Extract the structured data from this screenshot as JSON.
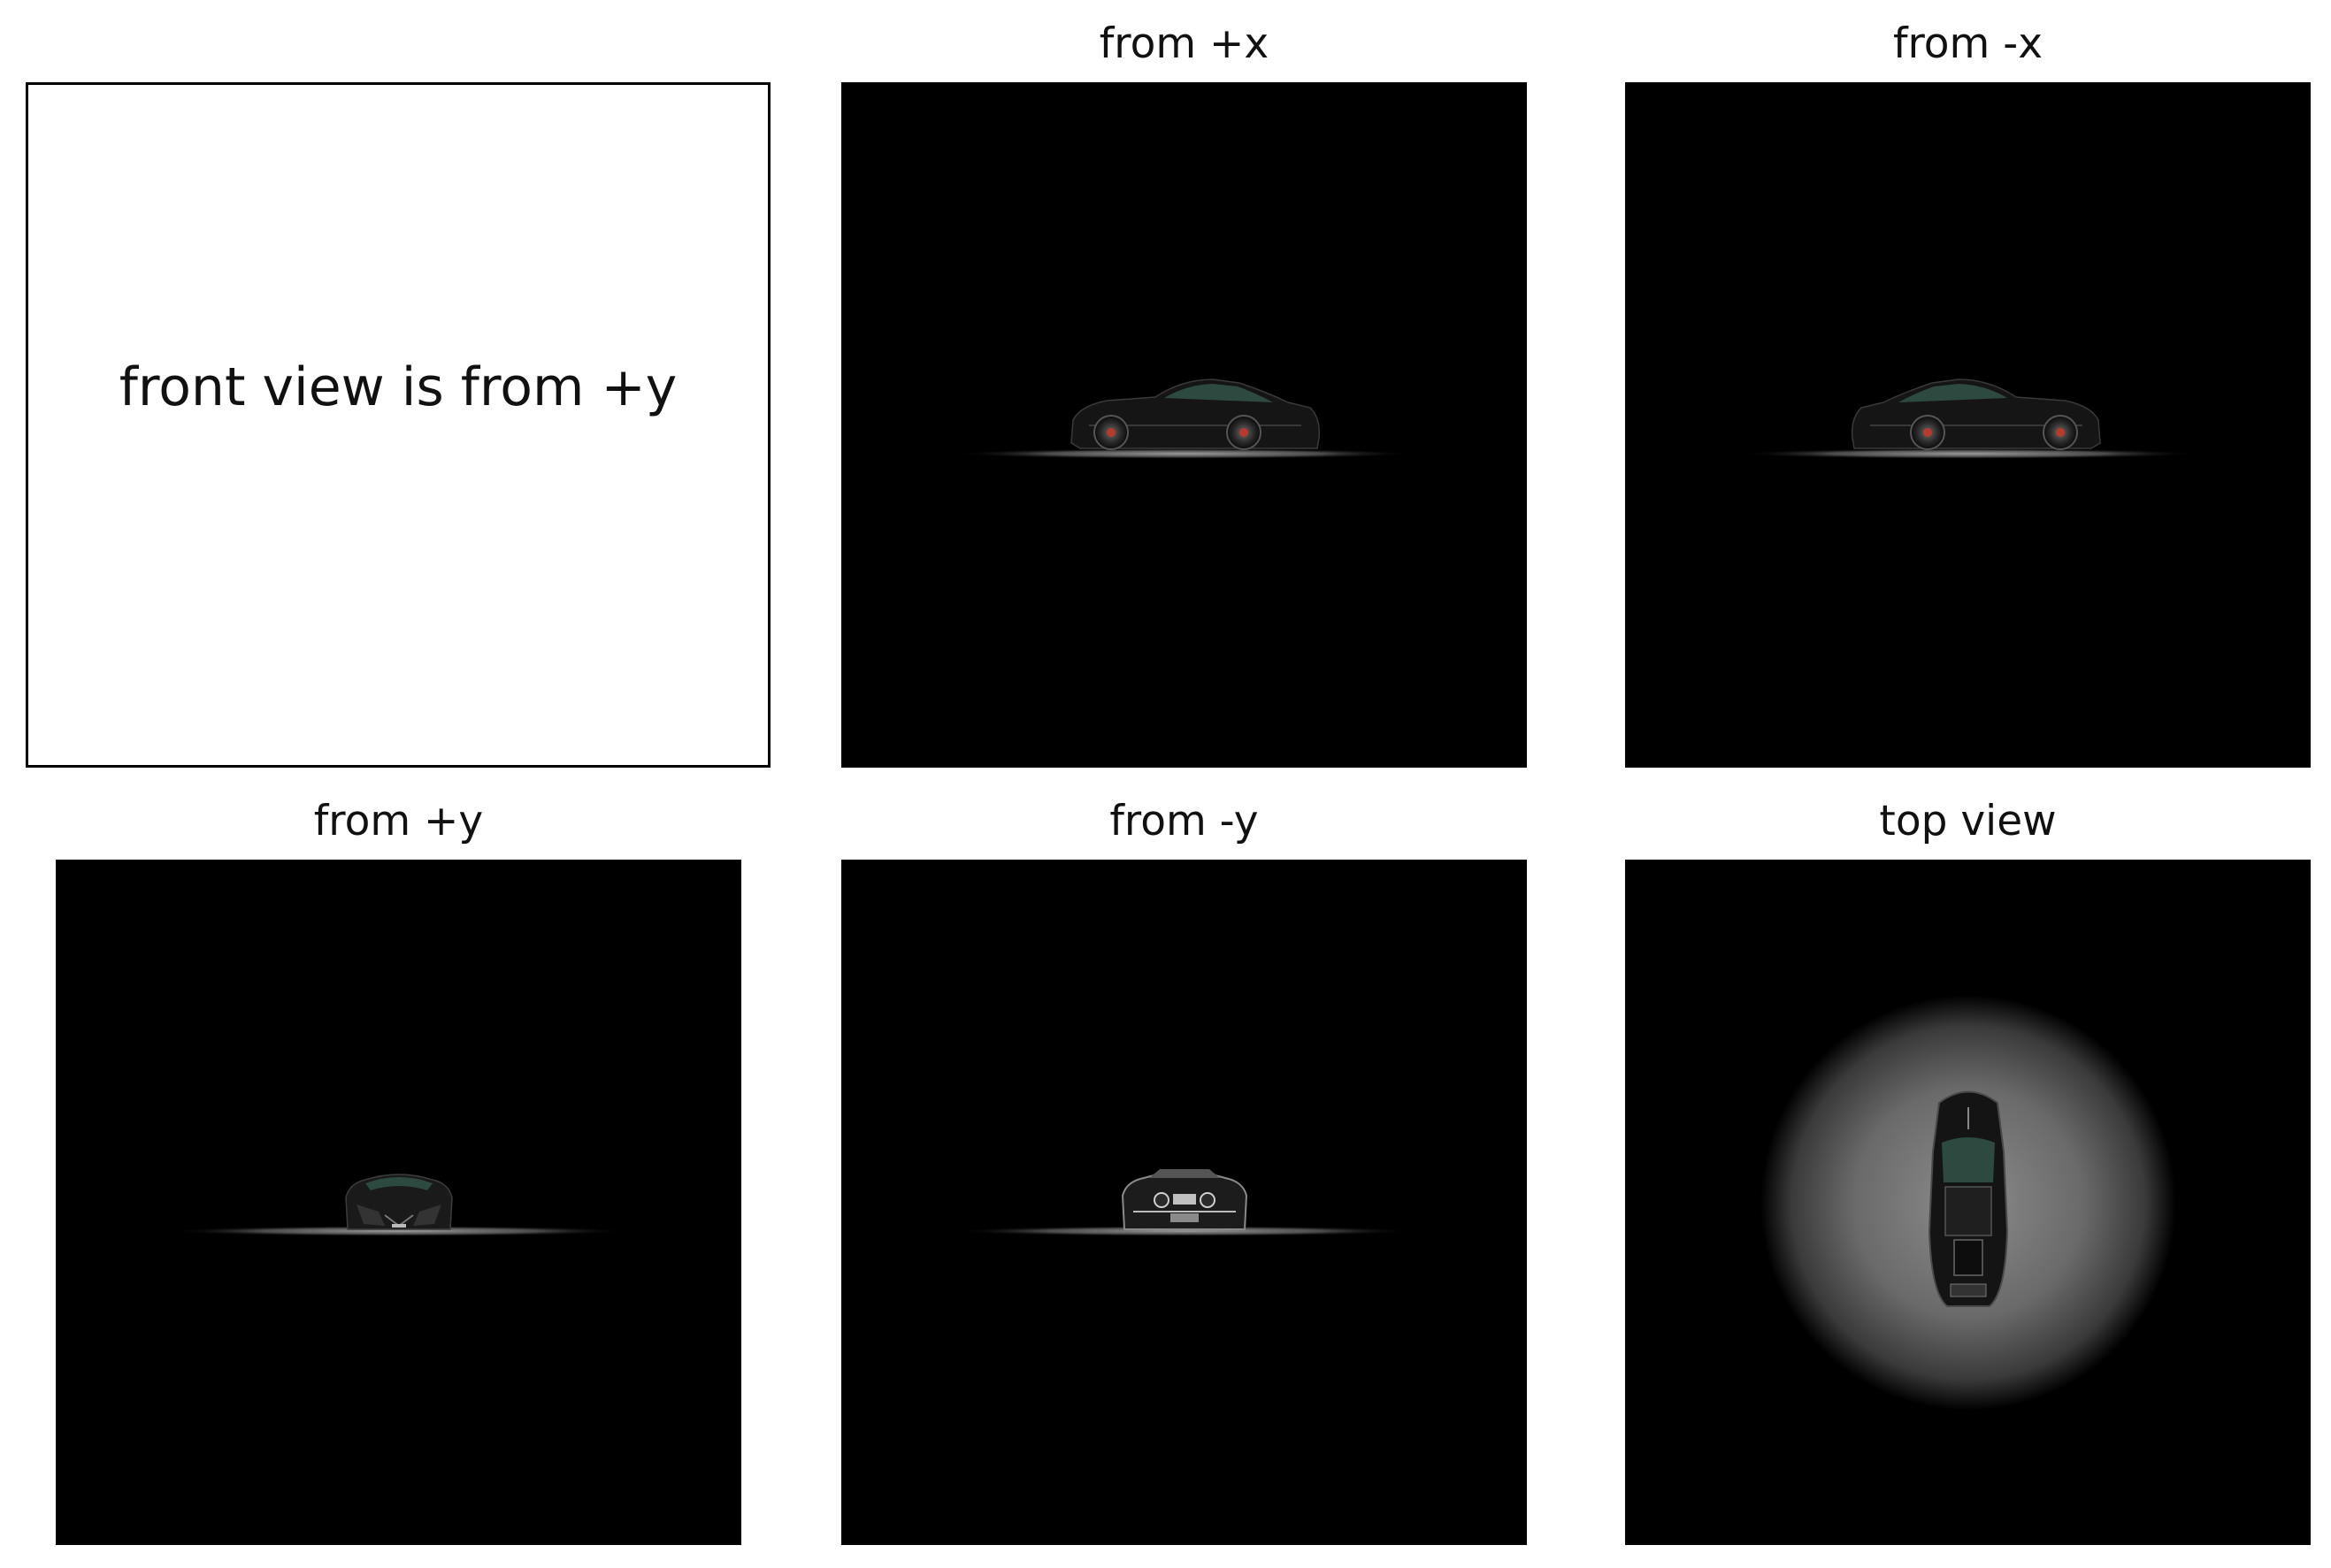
{
  "note_panel": {
    "text": "front view is from +y"
  },
  "panels": [
    {
      "title": "from +x",
      "view": "side-right"
    },
    {
      "title": "from -x",
      "view": "side-left"
    },
    {
      "title": "from +y",
      "view": "front"
    },
    {
      "title": "from -y",
      "view": "rear"
    },
    {
      "title": "top view",
      "view": "top"
    }
  ],
  "colors": {
    "background": "#ffffff",
    "render_background": "#000000",
    "car_body": "#141414",
    "car_glass": "#2d4a40",
    "brake_caliper": "#b83a2a",
    "text": "#111111"
  }
}
